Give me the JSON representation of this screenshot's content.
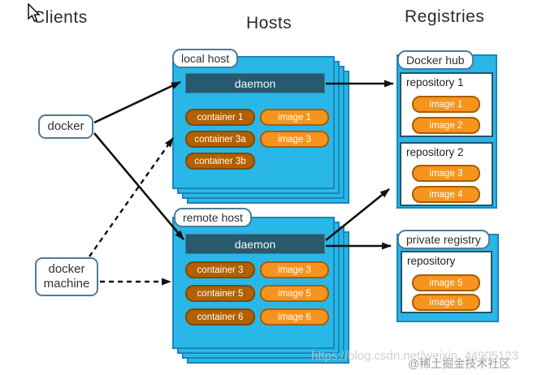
{
  "headers": {
    "clients": "Clients",
    "hosts": "Hosts",
    "registries": "Registries"
  },
  "clients": {
    "docker_label": "docker",
    "docker_machine_label": "docker machine"
  },
  "hosts": [
    {
      "label": "local host",
      "daemon_label": "daemon",
      "containers": [
        "container 1",
        "container 3a",
        "container 3b"
      ],
      "images": [
        "image 1",
        "image 3"
      ]
    },
    {
      "label": "remote host",
      "daemon_label": "daemon",
      "containers": [
        "container 3",
        "container 5",
        "container 6"
      ],
      "images": [
        "image 3",
        "image 5",
        "image 6"
      ]
    }
  ],
  "registries": [
    {
      "label": "Docker hub",
      "repositories": [
        {
          "name": "repository 1",
          "images": [
            "image 1",
            "image 2"
          ]
        },
        {
          "name": "repository 2",
          "images": [
            "image 3",
            "image 4"
          ]
        }
      ]
    },
    {
      "label": "private registry",
      "repositories": [
        {
          "name": "repository",
          "images": [
            "image 5",
            "image 6"
          ]
        }
      ]
    }
  ],
  "watermarks": {
    "csdn_url": "https://blog.csdn.net/weixin_44905123",
    "community": "@稀土掘金技术社区"
  },
  "colors": {
    "host_blue": "#29b7e8",
    "box_border_blue": "#1a86ba",
    "daemon_fill": "#28596e",
    "container_fill": "#b26000",
    "image_fill": "#f7941e",
    "label_border": "#4d7c99",
    "arrow_black": "#111111"
  }
}
